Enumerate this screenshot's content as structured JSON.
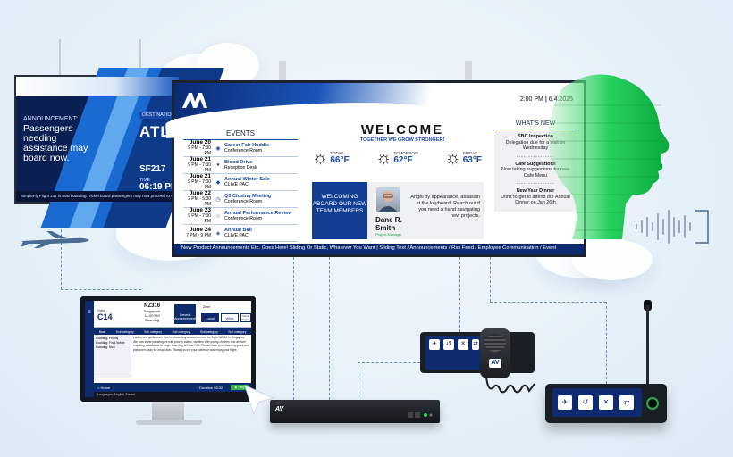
{
  "airline_sign": {
    "announcement_label": "ANNOUNCEMENT:",
    "announcement_text": "Passengers needing assistance may board now.",
    "destination_label": "DESTINATION",
    "destination": "ATLA",
    "flight": "SF217",
    "time_label": "TIME",
    "time": "06:19 PM",
    "ticker": "SimpleFly Flight 217 is now boarding. Ticket board passengers may now proceed to GATE 2A. Pleas"
  },
  "main_display": {
    "time": "2:00 PM",
    "date": "6.4.2025",
    "welcome_title": "WELCOME",
    "welcome_subtitle": "TOGETHER WE GROW STRONGER!",
    "events_header": "EVENTS",
    "events": [
      {
        "date": "June 20",
        "time": "9 PM - 7:30 PM",
        "icon": "people-icon",
        "glyph": "◉",
        "title": "Career Fair Huddle",
        "location": "Conference Room"
      },
      {
        "date": "June 21",
        "time": "9 PM - 7:30 PM",
        "icon": "blood-drop-icon",
        "glyph": "●",
        "title": "Blood Drive",
        "location": "Reception Desk"
      },
      {
        "date": "June 21",
        "time": "9 PM - 7:30 PM",
        "icon": "sale-tag-icon",
        "glyph": "◆",
        "title": "Annual Winter Sale",
        "location": "CLIVE PAC"
      },
      {
        "date": "June 22",
        "time": "2 PM - 5:30 PM",
        "icon": "clock-icon",
        "glyph": "◷",
        "title": "Q3 Closing Meeting",
        "location": "Conference Room"
      },
      {
        "date": "June 23",
        "time": "9 PM - 7:30 PM",
        "icon": "review-icon",
        "glyph": "☆",
        "title": "Annual Performance Review",
        "location": "Conference Room"
      },
      {
        "date": "June 24",
        "time": "7 PM - 9 PM",
        "icon": "ball-icon",
        "glyph": "◈",
        "title": "Annual Ball",
        "location": "CLIVE PAC"
      }
    ],
    "weather": [
      {
        "day": "TODAY",
        "temp": "66°F"
      },
      {
        "day": "TOMORROW",
        "temp": "62°F"
      },
      {
        "day": "FRIDAY",
        "temp": "63°F"
      }
    ],
    "team_box": "WELCOMING ABOARD OUR NEW TEAM MEMBERS",
    "member_first": "Dane R.",
    "member_last": "Smith",
    "member_role": "Project Manager",
    "member_bio": "Angel by appearance, assassin at the keyboard. Reach out if you need a hand navigating new projects.",
    "whats_new_header": "WHAT'S NEW",
    "whats_new": [
      {
        "title": "SBC Inspection",
        "text": "Delegation due for a visit on Wednesday"
      },
      {
        "title": "Cafe Suggestions",
        "text": "Now taking suggestions for new Cafe Menu"
      },
      {
        "title": "New Year Dinner",
        "text": "Don't forget to attend our Annual Dinner on Jan 26th"
      }
    ],
    "separator": "----------------",
    "ticker": "New Product Announcements Etc. Goes Here! Sliding Or Static, Whatever You Want  |  Sliding Text / Announcements / Rss Feed / Employee Communication / Event"
  },
  "monitor": {
    "gate_label": "Gate",
    "gate": "C14",
    "flight_label": "NZ316",
    "flight_dest": "Singapore",
    "flight_time": "11:00 PM",
    "flight_status": "Boarding",
    "general_button": "General Announcement",
    "tabs": [
      "Local",
      "Wide",
      "Visual Paging"
    ],
    "zone_label": "Zone",
    "categories": [
      "Back",
      "Sub category",
      "Sub category",
      "Sub category",
      "Sub category",
      "Sub category"
    ],
    "sidebar": [
      "Boarding: Priority",
      "Boarding: Final Notice",
      "Boarding: Now"
    ],
    "message": "Ladies and gentlemen, this is a boarding announcement for flight NZ316 to Singapore. We now invite passengers with priority status, families with young children and anyone requiring assistance to begin boarding at Gate C14. Please have your boarding pass and passport ready for inspection. Thank you for your patience and enjoy your flight.",
    "home": "Home",
    "duration_label": "Duration",
    "duration": "03:32",
    "play": "Play",
    "languages": "Languages: English, French"
  },
  "rack": {
    "logo": "AV"
  },
  "handset": {
    "logo": "AV"
  },
  "colors": {
    "navy": "#0e2b70",
    "accent": "#1b4aa5",
    "green": "#2fcf58"
  }
}
